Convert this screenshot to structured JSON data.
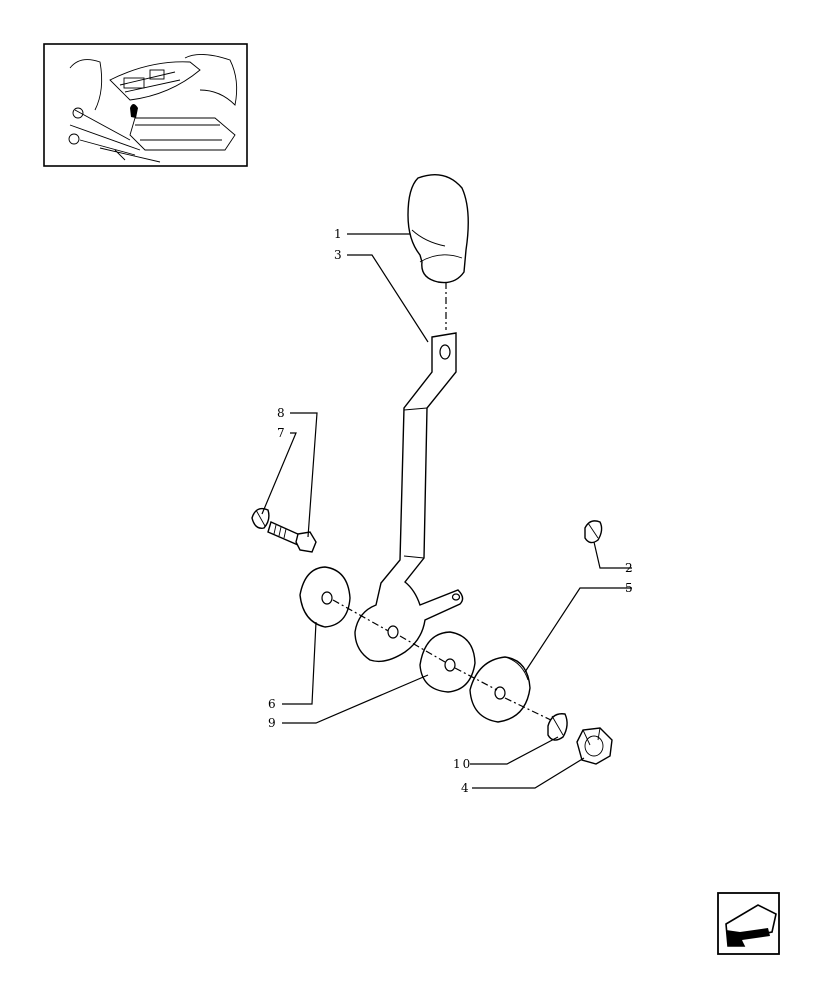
{
  "callouts": [
    {
      "id": "c1",
      "label": "1"
    },
    {
      "id": "c3",
      "label": "3"
    },
    {
      "id": "c8",
      "label": "8"
    },
    {
      "id": "c7",
      "label": "7"
    },
    {
      "id": "c2",
      "label": "2"
    },
    {
      "id": "c5",
      "label": "5"
    },
    {
      "id": "c6",
      "label": "6"
    },
    {
      "id": "c9",
      "label": "9"
    },
    {
      "id": "c10",
      "label": "10"
    },
    {
      "id": "c4",
      "label": "4"
    }
  ],
  "nav_button": {
    "icon": "arrow-back-icon"
  }
}
